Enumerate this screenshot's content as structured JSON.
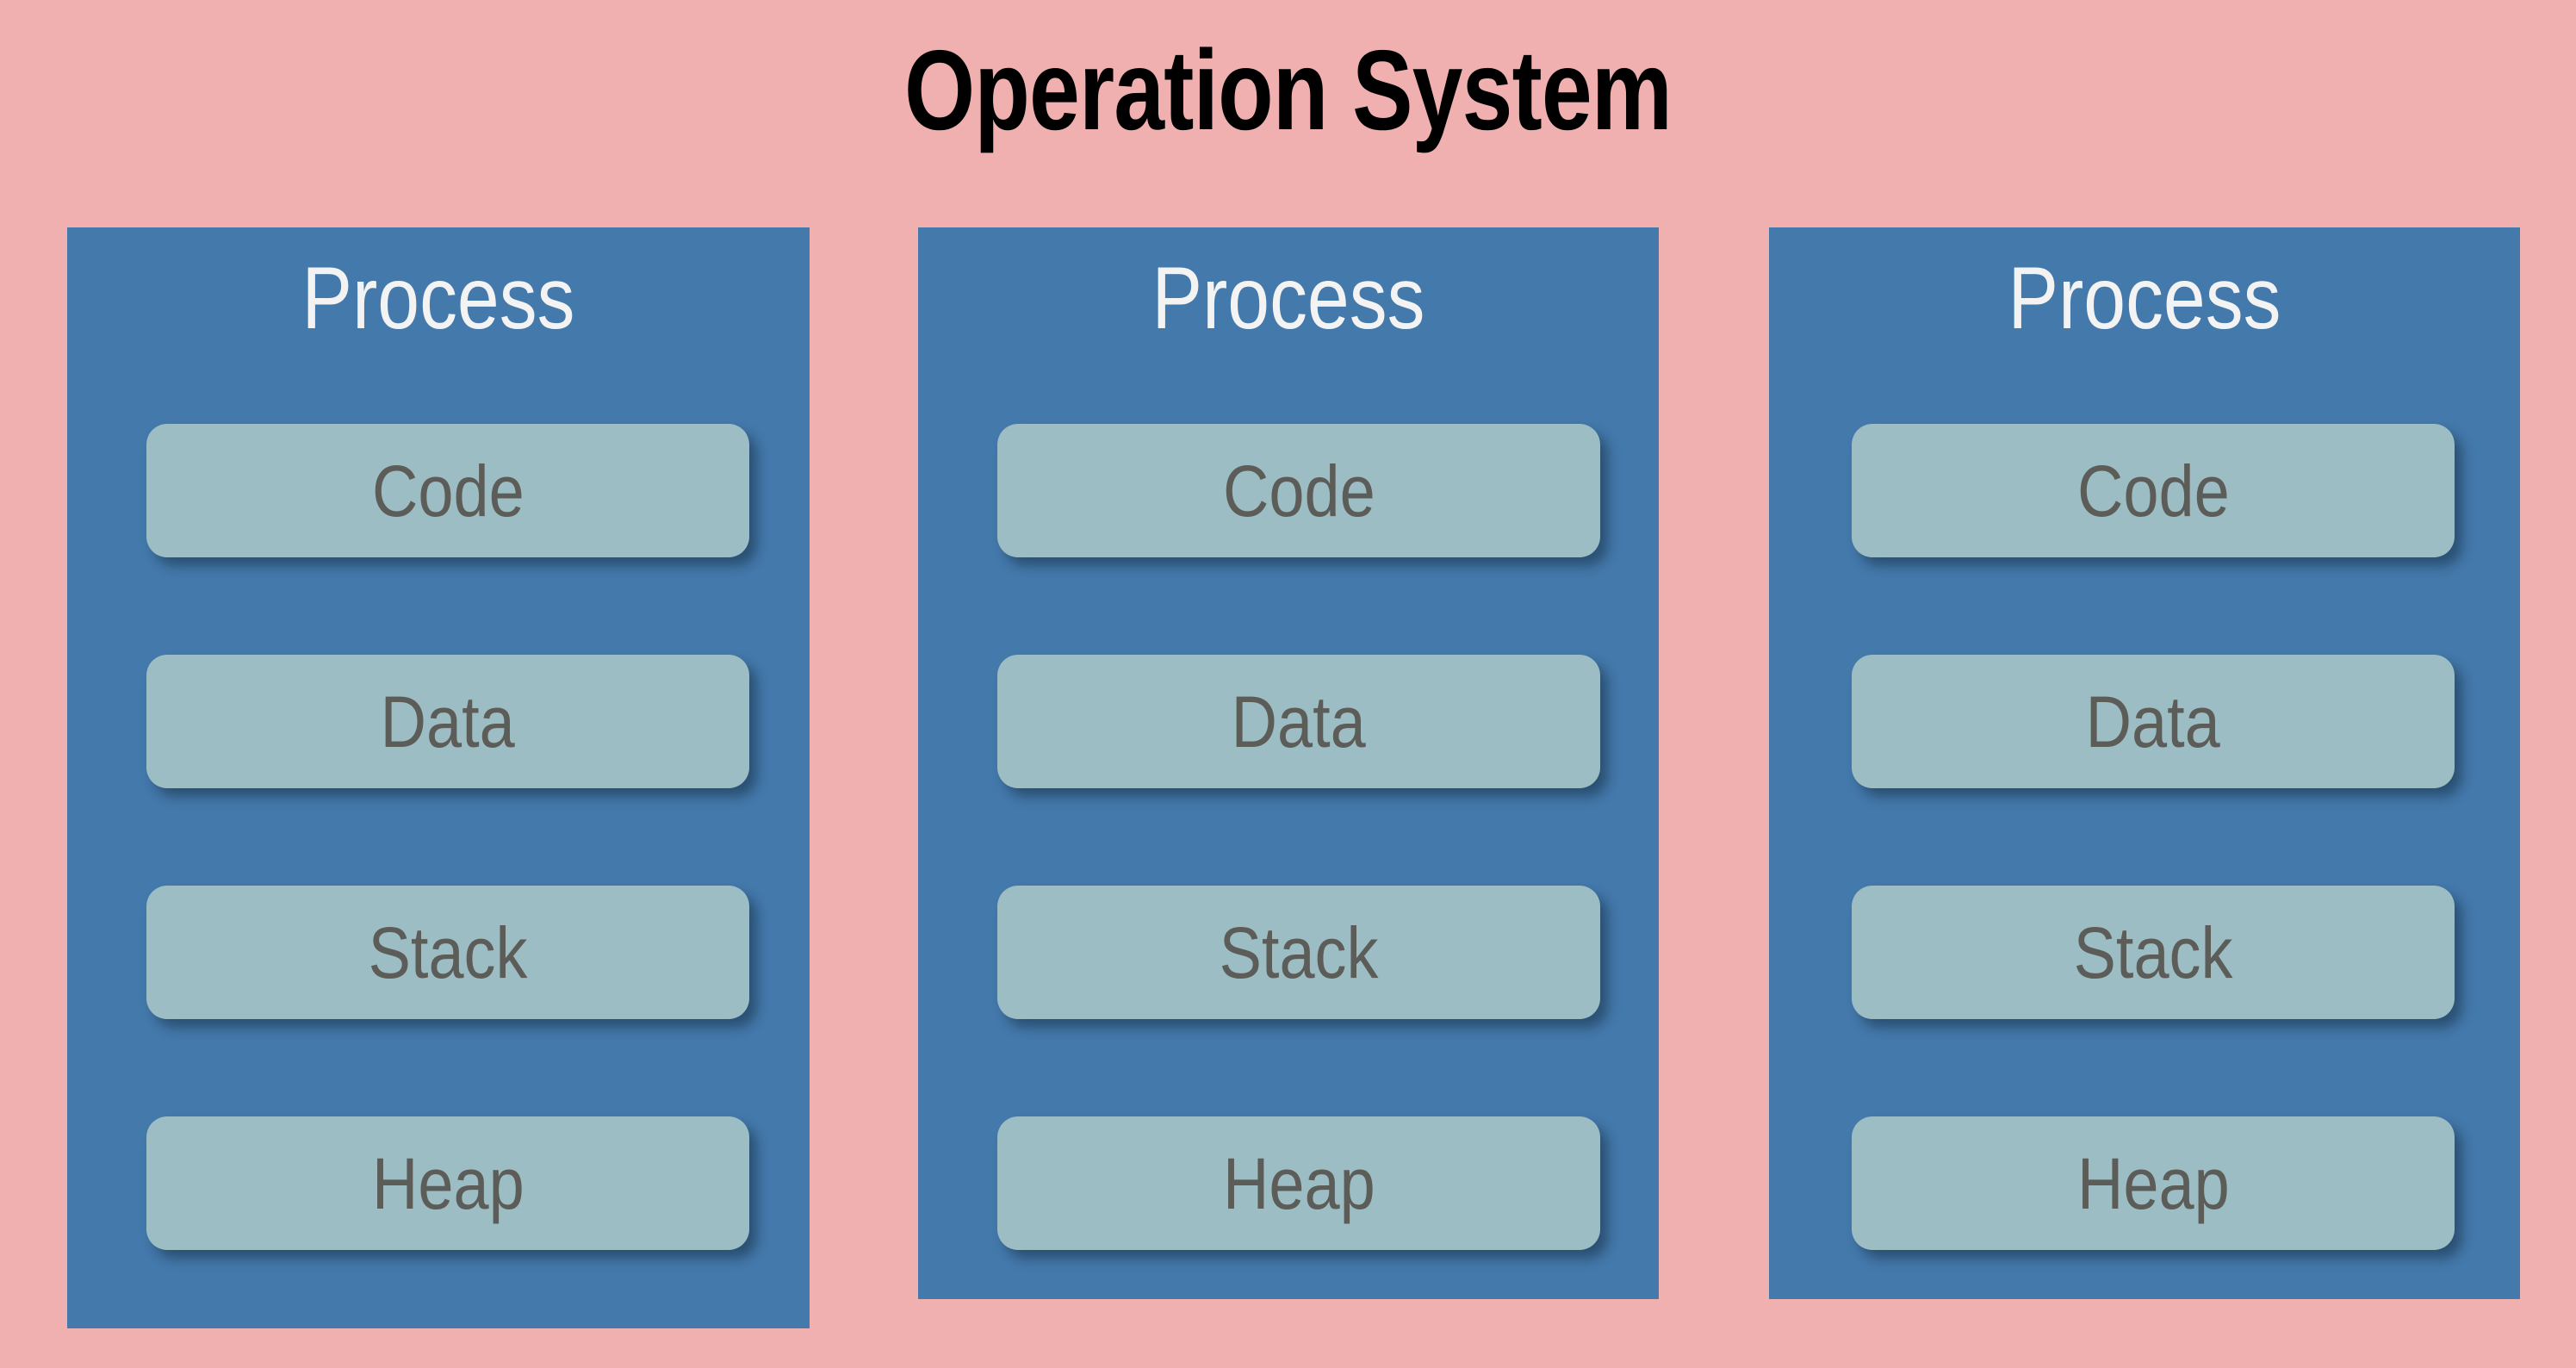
{
  "diagram": {
    "title": "Operation System",
    "background_color": "#f1b0b0",
    "process_color": "#4479ac",
    "segment_color": "#9cbdc3",
    "title_color": "#000000",
    "process_label_color": "#f3f3f3",
    "segment_label_color": "#5c5c58",
    "processes": [
      {
        "heading": "Process",
        "segments": [
          {
            "label": "Code"
          },
          {
            "label": "Data"
          },
          {
            "label": "Stack"
          },
          {
            "label": "Heap"
          }
        ]
      },
      {
        "heading": "Process",
        "segments": [
          {
            "label": "Code"
          },
          {
            "label": "Data"
          },
          {
            "label": "Stack"
          },
          {
            "label": "Heap"
          }
        ]
      },
      {
        "heading": "Process",
        "segments": [
          {
            "label": "Code"
          },
          {
            "label": "Data"
          },
          {
            "label": "Stack"
          },
          {
            "label": "Heap"
          }
        ]
      }
    ]
  }
}
